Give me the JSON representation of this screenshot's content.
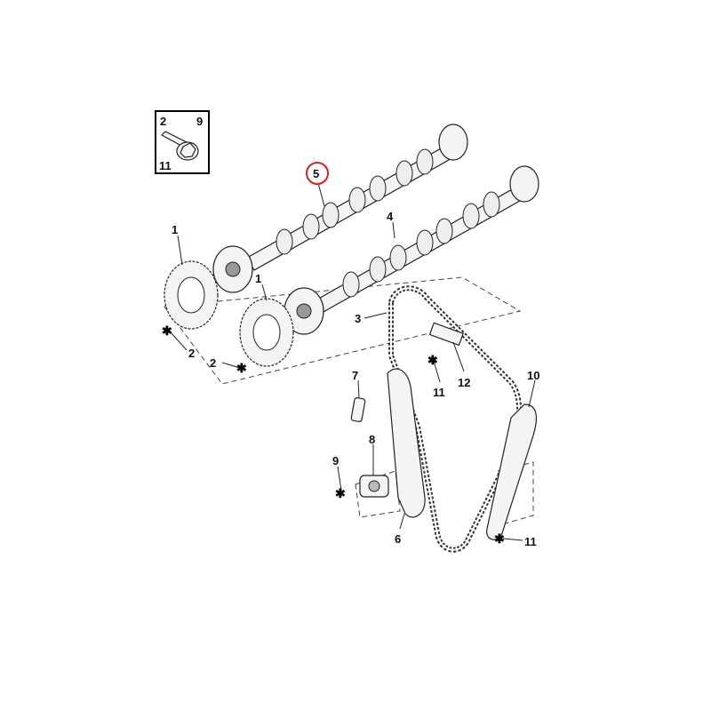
{
  "legend_box": {
    "top_left": "2",
    "top_right": "9",
    "bottom_left": "11"
  },
  "callouts": {
    "exhaust_camshaft": "5",
    "intake_camshaft": "4",
    "sprocket_a": "1",
    "sprocket_b": "1",
    "bolt_a": "2",
    "bolt_b": "2",
    "chain": "3",
    "pin": "7",
    "tensioner": "8",
    "tensioner_bolt": "9",
    "guide_left": "6",
    "guide_right": "10",
    "guide_bolt_top": "11",
    "upper_guide": "12",
    "guide_bolt_bottom": "11"
  },
  "colors": {
    "highlight": "#d62020",
    "line": "#222222"
  }
}
